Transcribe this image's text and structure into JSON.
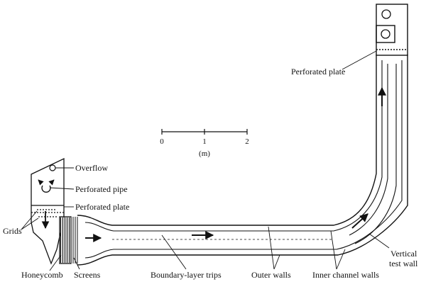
{
  "scale": {
    "tick_labels": [
      "0",
      "1",
      "2"
    ],
    "unit": "(m)"
  },
  "labels": {
    "overflow": "Overflow",
    "perforated_pipe": "Perforated pipe",
    "perforated_plate_inlet": "Perforated plate",
    "perforated_plate_top": "Perforated plate",
    "grids": "Grids",
    "honeycomb": "Honeycomb",
    "screens": "Screens",
    "boundary_layer_trips": "Boundary-layer trips",
    "outer_walls": "Outer walls",
    "inner_channel_walls": "Inner channel walls",
    "vertical_test_wall_line1": "Vertical",
    "vertical_test_wall_line2": "test wall"
  }
}
